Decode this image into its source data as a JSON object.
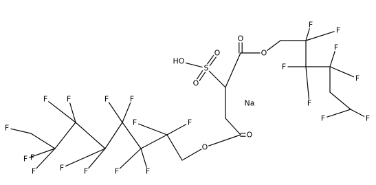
{
  "molecule": {
    "atom_labels": {
      "F": "F",
      "O": "O",
      "S": "S",
      "Na": "Na",
      "OH": "HO"
    }
  }
}
